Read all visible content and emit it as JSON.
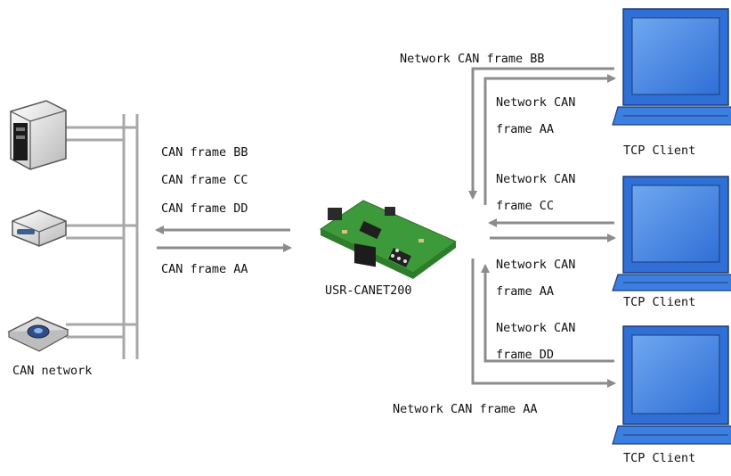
{
  "left": {
    "devices": [
      "server-icon",
      "router-icon",
      "camera-icon"
    ],
    "network_label": "CAN network",
    "to_network_frames": [
      "CAN frame BB",
      "CAN frame CC",
      "CAN frame DD"
    ],
    "from_network_frames": [
      "CAN frame AA"
    ]
  },
  "center": {
    "device_label": "USR-CANET200",
    "device_icon": "circuit-board-icon"
  },
  "right": {
    "client_label": "TCP Client",
    "client_icon": "monitor-icon",
    "top_outer_label": "Network CAN frame BB",
    "top_inner_label": "Network CAN frame AA",
    "middle_upper_label": "Network CAN frame CC",
    "middle_lower_label": "Network CAN frame AA",
    "bottom_inner_label": "Network CAN frame DD",
    "bottom_outer_label": "Network CAN frame AA"
  },
  "colors": {
    "arrow": "#8c8c8c",
    "monitor_blue": "#2f6fd6",
    "board_green": "#3c9a3a"
  }
}
